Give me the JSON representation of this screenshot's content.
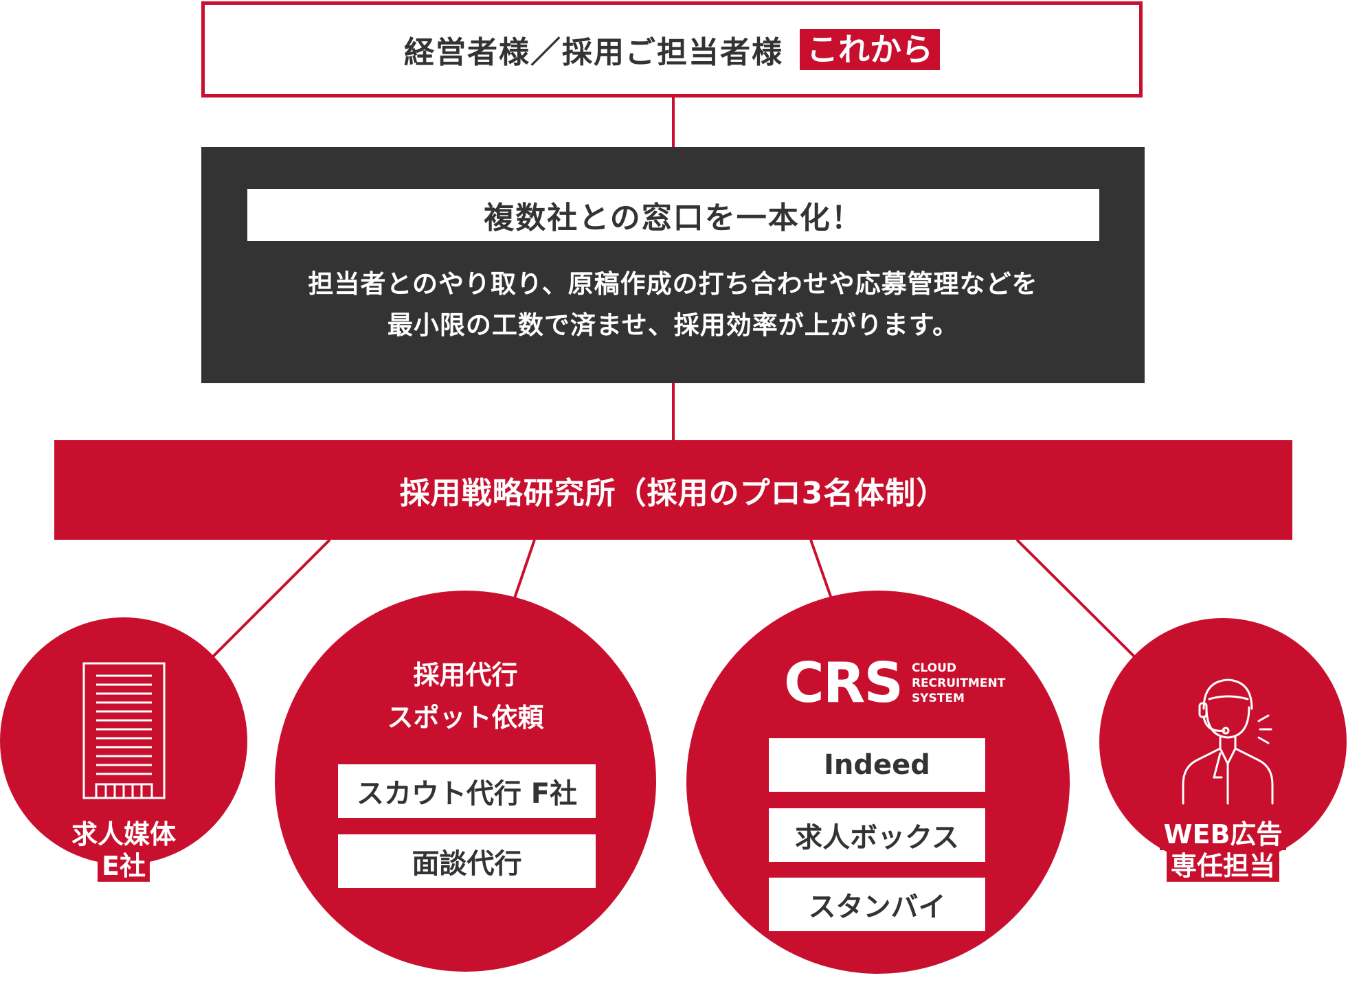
{
  "header": {
    "title": "経営者様／採用ご担当者様",
    "badge": "これから"
  },
  "middle": {
    "heading": "複数社との窓口を一本化！",
    "line1": "担当者とのやり取り、原稿作成の打ち合わせや応募管理などを",
    "line2": "最小限の工数で済ませ、採用効率が上がります。"
  },
  "hub": {
    "title": "採用戦略研究所（採用のプロ3名体制）"
  },
  "nodes": {
    "media": {
      "line1": "求人媒体",
      "line2": "E社",
      "icon": "document-list-icon"
    },
    "agency": {
      "title1": "採用代行",
      "title2": "スポット依頼",
      "items": [
        "スカウト代行 F社",
        "面談代行"
      ]
    },
    "crs": {
      "logo": "CRS",
      "sub1": "CLOUD",
      "sub2": "RECRUITMENT",
      "sub3": "SYSTEM",
      "items": [
        "Indeed",
        "求人ボックス",
        "スタンバイ"
      ]
    },
    "web": {
      "line1": "WEB広告",
      "line2": "専任担当",
      "icon": "headset-operator-icon"
    }
  },
  "colors": {
    "accent": "#c8102e",
    "dark": "#333333"
  }
}
